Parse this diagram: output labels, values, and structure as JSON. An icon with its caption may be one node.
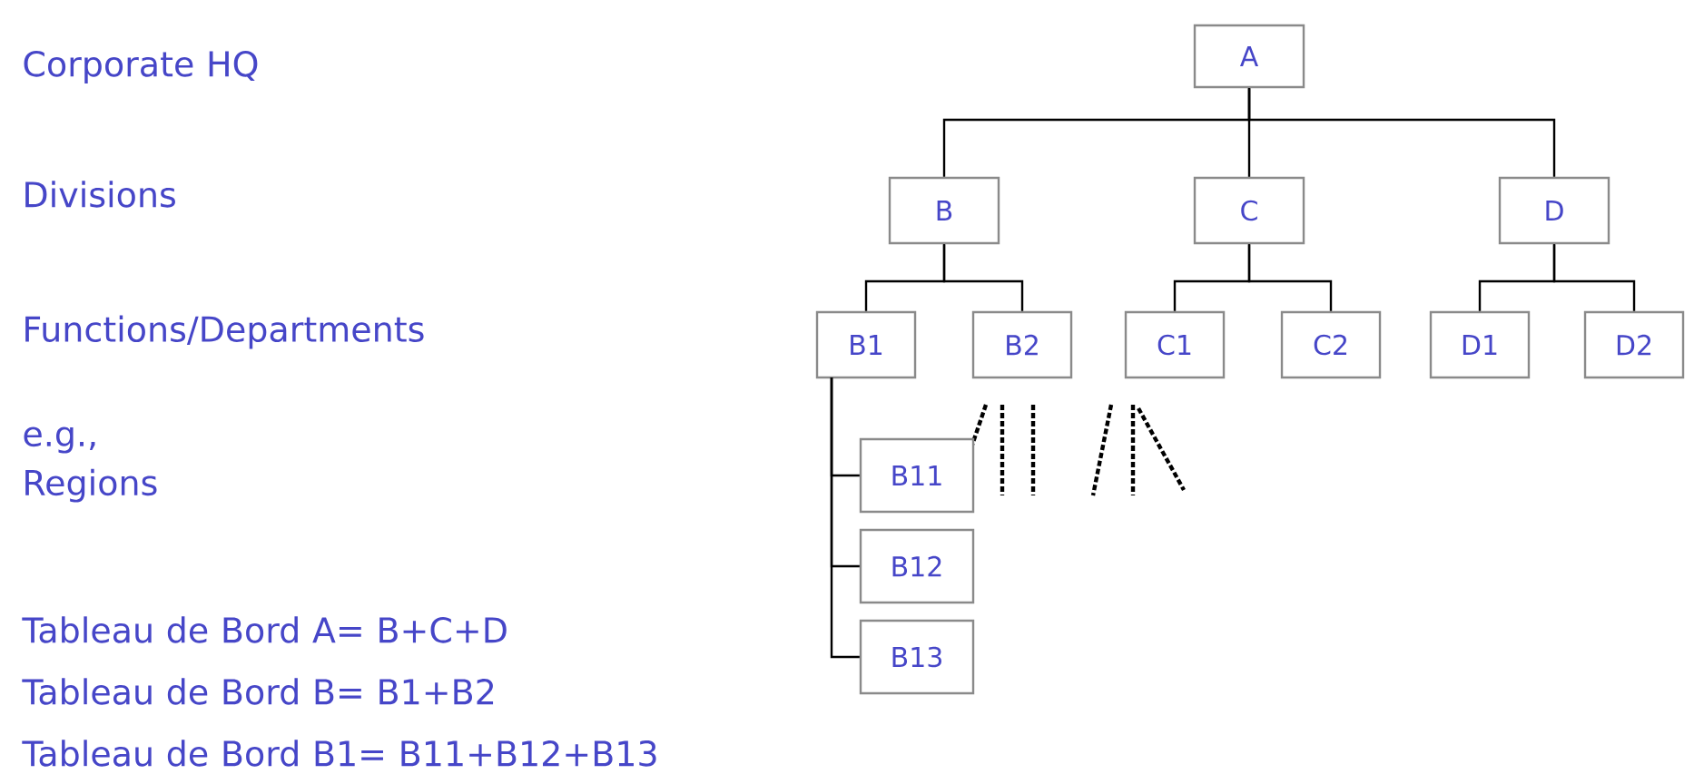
{
  "diagram": {
    "nodes": [
      {
        "text": [
          "A"
        ]
      },
      {
        "text": [
          "B"
        ]
      },
      {
        "text": [
          "C"
        ]
      },
      {
        "text": [
          "D"
        ]
      },
      {
        "text": [
          "B1"
        ]
      },
      {
        "text": [
          "B2"
        ]
      },
      {
        "text": [
          "C1"
        ]
      },
      {
        "text": [
          "C2"
        ]
      },
      {
        "text": [
          "D1"
        ]
      },
      {
        "text": [
          "D2"
        ]
      },
      {
        "text": [
          "B11"
        ]
      },
      {
        "text": [
          "B12"
        ]
      },
      {
        "text": [
          "B13"
        ]
      }
    ],
    "edges": [
      {
        "from": 0,
        "to": 1,
        "arrow": "none"
      },
      {
        "from": 0,
        "to": 2,
        "arrow": "none"
      },
      {
        "from": 0,
        "to": 3,
        "arrow": "none"
      },
      {
        "from": 1,
        "to": 4,
        "arrow": "none"
      },
      {
        "from": 1,
        "to": 5,
        "arrow": "none"
      },
      {
        "from": 2,
        "to": 6,
        "arrow": "none"
      },
      {
        "from": 2,
        "to": 7,
        "arrow": "none"
      },
      {
        "from": 3,
        "to": 8,
        "arrow": "none"
      },
      {
        "from": 3,
        "to": 9,
        "arrow": "none"
      },
      {
        "from": 4,
        "to": 10,
        "arrow": "none"
      },
      {
        "from": 4,
        "to": 11,
        "arrow": "none"
      },
      {
        "from": 4,
        "to": 12,
        "arrow": "none"
      }
    ],
    "labels": [
      "Corporate HQ",
      "Divisions",
      "Functions/Departments",
      "e.g., Regions",
      "Tableau de Bord A= B+C+D",
      "Tableau de Bord B= B1+B2",
      "Tableau de Bord B1= B11+B12+B13"
    ]
  }
}
